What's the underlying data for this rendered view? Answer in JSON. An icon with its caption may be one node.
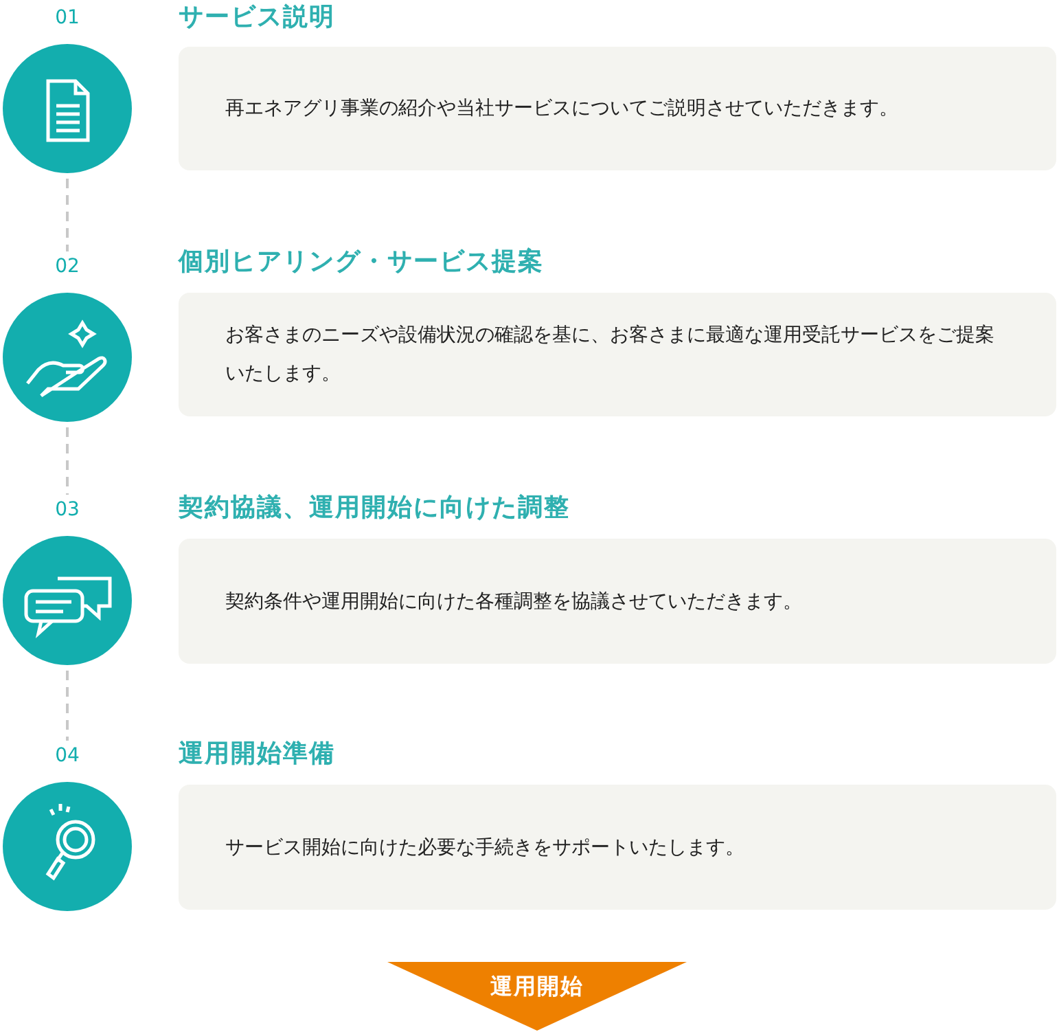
{
  "diagram": {
    "nodes": [
      {
        "text": [],
        "shape": "circle",
        "beside": [
          "01"
        ]
      },
      {
        "text": [
          "サービス説明",
          "再エネアグリ事業の紹介や当社サービスについてご説明させていただきます。"
        ]
      },
      {
        "text": [],
        "shape": "circle",
        "beside": [
          "02"
        ]
      },
      {
        "text": [
          "個別ヒアリング・サービス提案",
          "お客さまのニーズや設備状況の確認を基に、お客さまに最適な運用受託サービスをご提案いたします。"
        ]
      },
      {
        "text": [],
        "shape": "circle",
        "beside": [
          "03"
        ]
      },
      {
        "text": [
          "契約協議、運用開始に向けた調整",
          "契約条件や運用開始に向けた各種調整を協議させていただきます。"
        ]
      },
      {
        "text": [],
        "shape": "circle",
        "beside": [
          "04"
        ]
      },
      {
        "text": [
          "運用開始準備",
          "サービス開始に向けた必要な手続きをサポートいたします。"
        ]
      },
      {
        "text": [
          "運用開始"
        ]
      }
    ],
    "edges": [
      {
        "from": 0,
        "to": 2,
        "arrow": "none",
        "style": "dashed"
      },
      {
        "from": 2,
        "to": 4,
        "arrow": "none",
        "style": "dashed"
      },
      {
        "from": 4,
        "to": 6,
        "arrow": "none",
        "style": "dashed"
      }
    ]
  }
}
